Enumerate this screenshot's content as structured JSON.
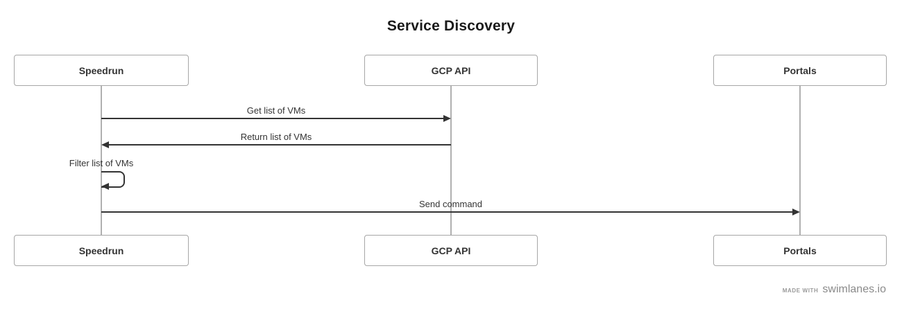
{
  "title": "Service Discovery",
  "actors": [
    {
      "label": "Speedrun"
    },
    {
      "label": "GCP API"
    },
    {
      "label": "Portals"
    }
  ],
  "messages": [
    {
      "label": "Get list of VMs",
      "from": "Speedrun",
      "to": "GCP API",
      "type": "arrow",
      "direction": "right"
    },
    {
      "label": "Return list of VMs",
      "from": "GCP API",
      "to": "Speedrun",
      "type": "arrow",
      "direction": "left"
    },
    {
      "label": "Filter list of VMs",
      "from": "Speedrun",
      "to": "Speedrun",
      "type": "self"
    },
    {
      "label": "Send command",
      "from": "Speedrun",
      "to": "Portals",
      "type": "arrow",
      "direction": "right"
    }
  ],
  "footer": {
    "made_with": "MADE WITH",
    "brand": "swimlanes.io"
  },
  "colors": {
    "background": "#ffffff",
    "box_border": "#a6a6a6",
    "lifeline": "#b0b0b0",
    "arrow": "#333333",
    "text": "#333333",
    "title_text": "#1a1a1a",
    "footer_text": "#8a8a8a"
  }
}
